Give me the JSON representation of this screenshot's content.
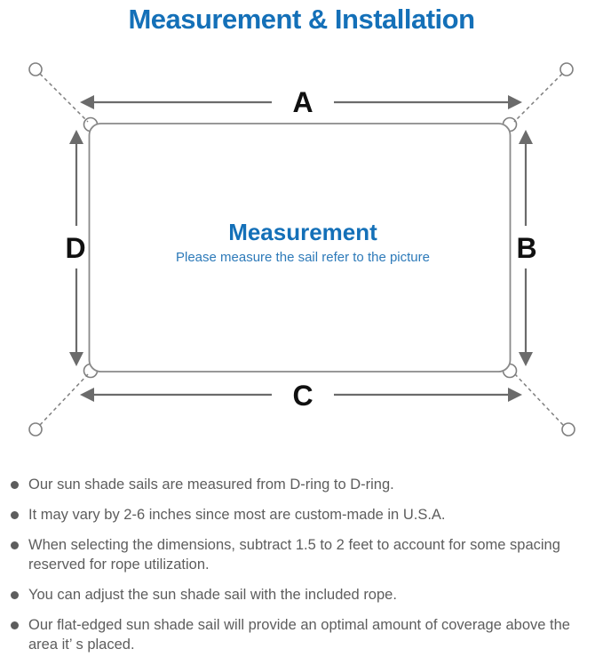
{
  "title": "Measurement & Installation",
  "diagram": {
    "side_labels": {
      "top": "A",
      "right": "B",
      "bottom": "C",
      "left": "D"
    },
    "center": {
      "heading": "Measurement",
      "subheading": "Please measure the sail refer to the picture"
    }
  },
  "notes": {
    "items": [
      "Our sun shade sails are measured from D-ring to D-ring.",
      "It may vary by 2-6 inches since most are custom-made in U.S.A.",
      "When selecting the dimensions, subtract 1.5 to 2 feet to account for some spacing reserved for rope utilization.",
      "You can adjust the sun shade sail with the included rope.",
      "Our flat-edged sun shade sail will provide an optimal amount of coverage above the area it’ s placed."
    ]
  },
  "colors": {
    "accent_blue": "#1470b8",
    "subtitle_blue": "#2d7ab9",
    "text_gray": "#5d5d5d",
    "line_gray": "#7f7f7f",
    "arrow_gray": "#6b6b6b",
    "label_black": "#101010"
  }
}
